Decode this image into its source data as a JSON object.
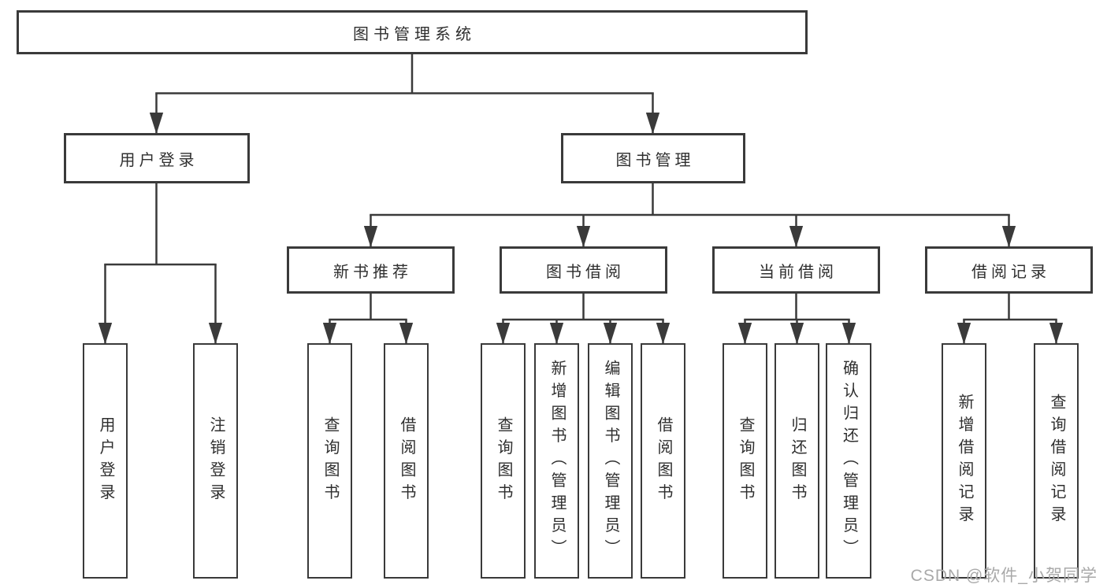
{
  "tree": {
    "label": "图书管理系统",
    "children": [
      {
        "label": "用户登录",
        "children": [
          {
            "label": "用户登录"
          },
          {
            "label": "注销登录"
          }
        ]
      },
      {
        "label": "图书管理",
        "children": [
          {
            "label": "新书推荐",
            "children": [
              {
                "label": "查询图书"
              },
              {
                "label": "借阅图书"
              }
            ]
          },
          {
            "label": "图书借阅",
            "children": [
              {
                "label": "查询图书"
              },
              {
                "label": "新增图书（管理员）"
              },
              {
                "label": "编辑图书（管理员）"
              },
              {
                "label": "借阅图书"
              }
            ]
          },
          {
            "label": "当前借阅",
            "children": [
              {
                "label": "查询图书"
              },
              {
                "label": "归还图书"
              },
              {
                "label": "确认归还（管理员）"
              }
            ]
          },
          {
            "label": "借阅记录",
            "children": [
              {
                "label": "新增借阅记录"
              },
              {
                "label": "查询借阅记录"
              }
            ]
          }
        ]
      }
    ]
  },
  "watermark": "CSDN @软件_小贺同学",
  "colors": {
    "line": "#3a3a3a",
    "box_border": "#3a3a3a",
    "text": "#2f2f2f",
    "watermark": "#a9a9a9",
    "background": "#ffffff"
  }
}
